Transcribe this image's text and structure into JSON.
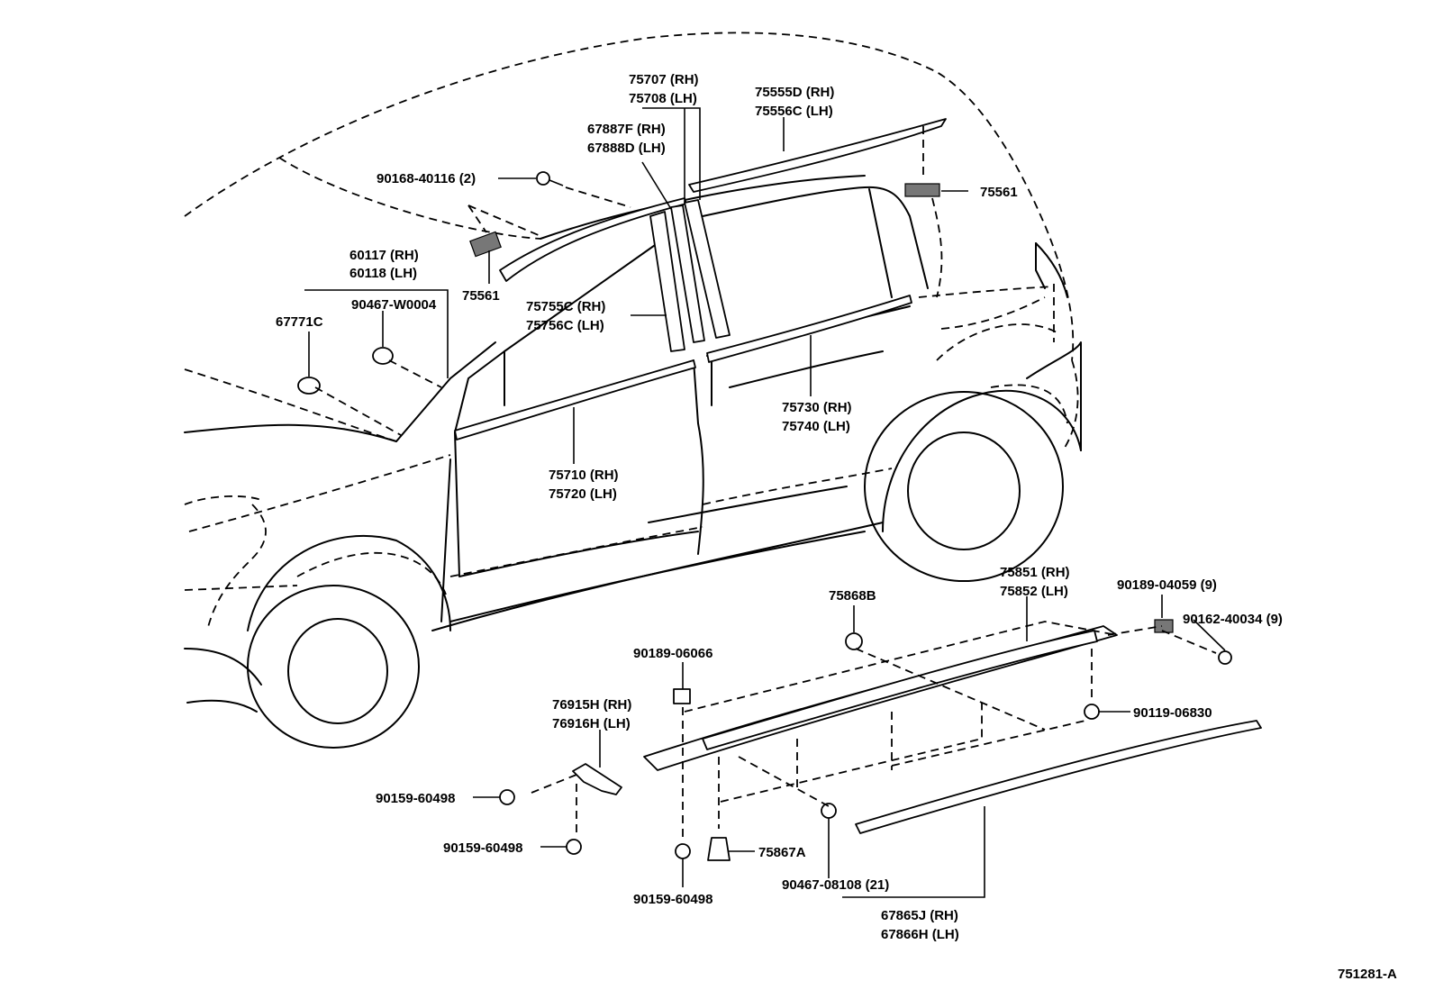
{
  "diagram_id": "751281-A",
  "labels": {
    "l75707": "75707 (RH)",
    "l75708": "75708 (LH)",
    "l75555d": "75555D (RH)",
    "l75556c": "75556C (LH)",
    "l67887f": "67887F (RH)",
    "l67888d": "67888D (LH)",
    "l90168": "90168-40116 (2)",
    "l75561_right": "75561",
    "l60117": "60117 (RH)",
    "l60118": "60118 (LH)",
    "l75561_left": "75561",
    "l90467w": "90467-W0004",
    "l67771c": "67771C",
    "l75755c": "75755C (RH)",
    "l75756c": "75756C (LH)",
    "l75730": "75730 (RH)",
    "l75740": "75740 (LH)",
    "l75710": "75710 (RH)",
    "l75720": "75720 (LH)",
    "l75851": "75851 (RH)",
    "l75852": "75852 (LH)",
    "l75868b": "75868B",
    "l90189_04059": "90189-04059 (9)",
    "l90162": "90162-40034 (9)",
    "l90189_06066": "90189-06066",
    "l90119": "90119-06830",
    "l76915h": "76915H (RH)",
    "l76916h": "76916H (LH)",
    "l90159_a": "90159-60498",
    "l90159_b": "90159-60498",
    "l90159_c": "90159-60498",
    "l75867a": "75867A",
    "l90467_08108": "90467-08108 (21)",
    "l67865j": "67865J (RH)",
    "l67866h": "67866H (LH)"
  }
}
